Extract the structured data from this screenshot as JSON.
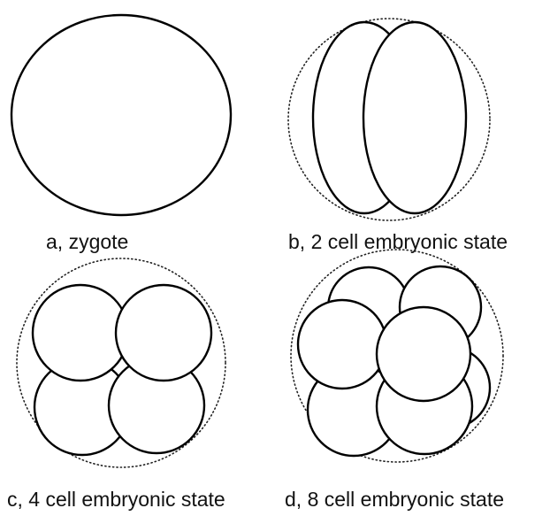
{
  "panels": {
    "a": {
      "caption": "a, zygote"
    },
    "b": {
      "caption": "b, 2 cell embryonic state"
    },
    "c": {
      "caption": "c, 4 cell embryonic state"
    },
    "d": {
      "caption": "d, 8 cell embryonic state"
    }
  }
}
